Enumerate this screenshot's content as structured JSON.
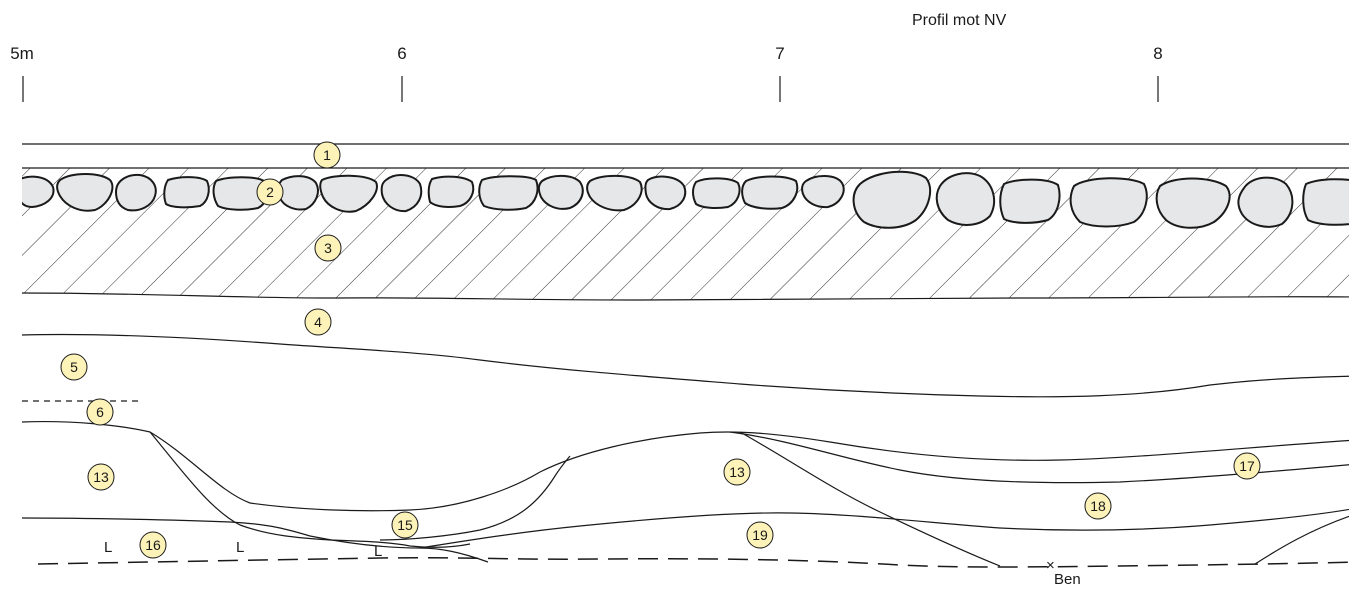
{
  "title": "Profil mot NV",
  "scale": {
    "labels": [
      "5m",
      "6",
      "7",
      "8"
    ]
  },
  "layers": [
    "1",
    "2",
    "3",
    "4",
    "5",
    "6",
    "13",
    "13",
    "15",
    "16",
    "17",
    "18",
    "19"
  ],
  "marks": {
    "l_symbol": "L",
    "bone_symbol": "×",
    "bone_label": "Ben"
  },
  "colors": {
    "badge_fill": "#fdf3b8",
    "stone_fill": "#e6e7e8",
    "line": "#1a1a1a"
  }
}
